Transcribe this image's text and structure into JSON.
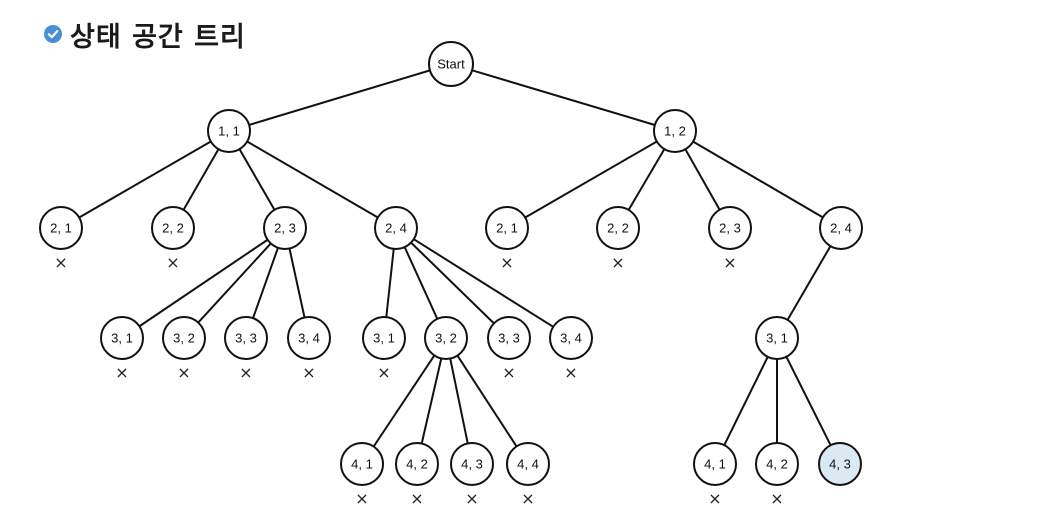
{
  "header": {
    "title": "상태 공간 트리",
    "icon": "check-circle-icon",
    "icon_color": "#4a8fd6"
  },
  "tree": {
    "goal_fill": "#dbe9f2",
    "prune_mark": "×",
    "nodes": [
      {
        "id": "start",
        "label": "Start",
        "parent": null
      },
      {
        "id": "a",
        "label": "1, 1",
        "parent": "start"
      },
      {
        "id": "b",
        "label": "1, 2",
        "parent": "start"
      },
      {
        "id": "a1",
        "label": "2, 1",
        "parent": "a",
        "pruned": true
      },
      {
        "id": "a2",
        "label": "2, 2",
        "parent": "a",
        "pruned": true
      },
      {
        "id": "a3",
        "label": "2, 3",
        "parent": "a"
      },
      {
        "id": "a4",
        "label": "2, 4",
        "parent": "a"
      },
      {
        "id": "b1",
        "label": "2, 1",
        "parent": "b",
        "pruned": true
      },
      {
        "id": "b2",
        "label": "2, 2",
        "parent": "b",
        "pruned": true
      },
      {
        "id": "b3",
        "label": "2, 3",
        "parent": "b",
        "pruned": true
      },
      {
        "id": "b4",
        "label": "2, 4",
        "parent": "b"
      },
      {
        "id": "a31",
        "label": "3, 1",
        "parent": "a3",
        "pruned": true
      },
      {
        "id": "a32",
        "label": "3, 2",
        "parent": "a3",
        "pruned": true
      },
      {
        "id": "a33",
        "label": "3, 3",
        "parent": "a3",
        "pruned": true
      },
      {
        "id": "a34",
        "label": "3, 4",
        "parent": "a3",
        "pruned": true
      },
      {
        "id": "a41",
        "label": "3, 1",
        "parent": "a4",
        "pruned": true
      },
      {
        "id": "a42",
        "label": "3, 2",
        "parent": "a4"
      },
      {
        "id": "a43",
        "label": "3, 3",
        "parent": "a4",
        "pruned": true
      },
      {
        "id": "a44",
        "label": "3, 4",
        "parent": "a4",
        "pruned": true
      },
      {
        "id": "b41",
        "label": "3, 1",
        "parent": "b4"
      },
      {
        "id": "a421",
        "label": "4, 1",
        "parent": "a42",
        "pruned": true
      },
      {
        "id": "a422",
        "label": "4, 2",
        "parent": "a42",
        "pruned": true
      },
      {
        "id": "a423",
        "label": "4, 3",
        "parent": "a42",
        "pruned": true
      },
      {
        "id": "a424",
        "label": "4, 4",
        "parent": "a42",
        "pruned": true
      },
      {
        "id": "b411",
        "label": "4, 1",
        "parent": "b41",
        "pruned": true
      },
      {
        "id": "b412",
        "label": "4, 2",
        "parent": "b41",
        "pruned": true
      },
      {
        "id": "b413",
        "label": "4, 3",
        "parent": "b41",
        "goal": true
      }
    ]
  }
}
